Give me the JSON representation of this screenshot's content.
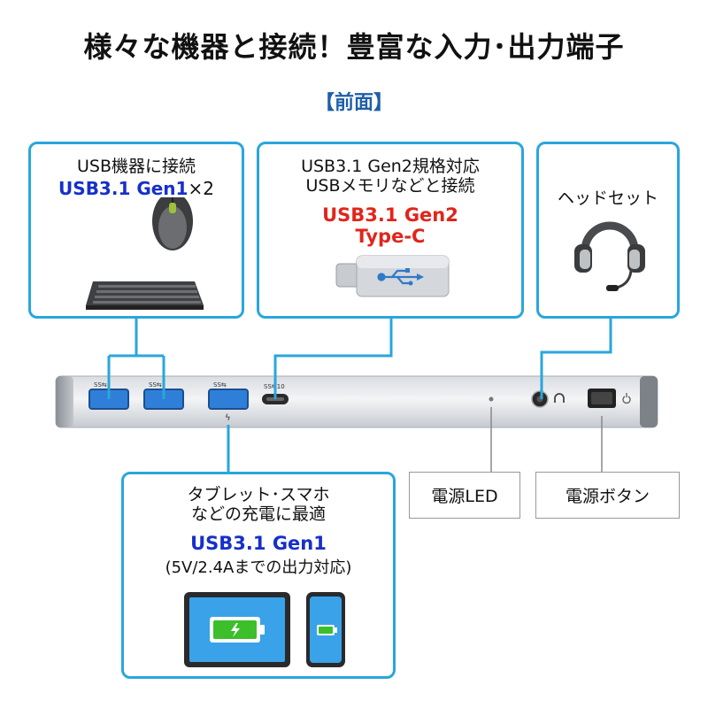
{
  "header": {
    "title": "様々な機器と接続！豊富な入力･出力端子",
    "section": "【前面】"
  },
  "callouts": {
    "usb_gen1": {
      "line1": "USB機器に接続",
      "spec": "USB3.1 Gen1",
      "multiplier": "×2",
      "icons": [
        "mouse-icon",
        "keyboard-icon"
      ]
    },
    "usb_c": {
      "line1": "USB3.1 Gen2規格対応",
      "line2": "USBメモリなどと接続",
      "spec_line1": "USB3.1 Gen2",
      "spec_line2": "Type-C",
      "icons": [
        "usb-c-memory-icon"
      ]
    },
    "headset": {
      "line1": "ヘッドセット",
      "icons": [
        "headset-icon"
      ]
    },
    "charging": {
      "line1": "タブレット･スマホ",
      "line2": "などの充電に最適",
      "spec": "USB3.1 Gen1",
      "note": "(5V/2.4Aまでの出力対応)",
      "icons": [
        "tablet-battery-icon",
        "smartphone-battery-icon"
      ]
    }
  },
  "labels": {
    "power_led": "電源LED",
    "power_button": "電源ボタン"
  },
  "colors": {
    "callout_border": "#29a6dc",
    "spec_blue": "#1630c9",
    "spec_red": "#e0261b",
    "battery_green": "#3cbf2a",
    "device_blue": "#3aa2e8"
  }
}
